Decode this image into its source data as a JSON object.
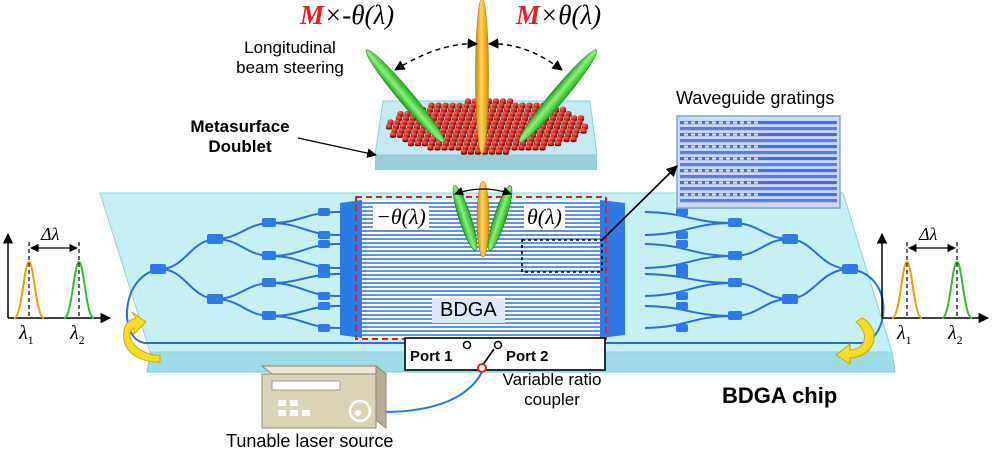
{
  "labels": {
    "m_prefix": "M",
    "left_theta": "×-θ(λ)",
    "right_theta": "×θ(λ)",
    "longitudinal_1": "Longitudinal",
    "longitudinal_2": "beam steering",
    "metasurface_1": "Metasurface",
    "metasurface_2": "Doublet",
    "waveguide_gratings": "Waveguide gratings",
    "neg_theta": "−θ(λ)",
    "pos_theta": "θ(λ)",
    "bdga": "BDGA",
    "port1": "Port 1",
    "port2": "Port 2",
    "coupler_1": "Variable ratio",
    "coupler_2": "coupler",
    "laser": "Tunable laser source",
    "chip": "BDGA chip",
    "delta_lambda": "Δλ",
    "lambda1": "λ",
    "lambda2": "λ",
    "sub1": "1",
    "sub2": "2"
  },
  "colors": {
    "chip_surface": "#c5f0f5",
    "waveguide": "#2a6fd6",
    "coupler_block": "#2f7ae6",
    "beam_orange": "#f2b01e",
    "beam_green": "#3fcf3a",
    "pillar_red": "#d81b12",
    "dashed_red": "#e02020",
    "arrow_yellow": "#f7dd2a",
    "laser_body": "#d9d3b8"
  }
}
